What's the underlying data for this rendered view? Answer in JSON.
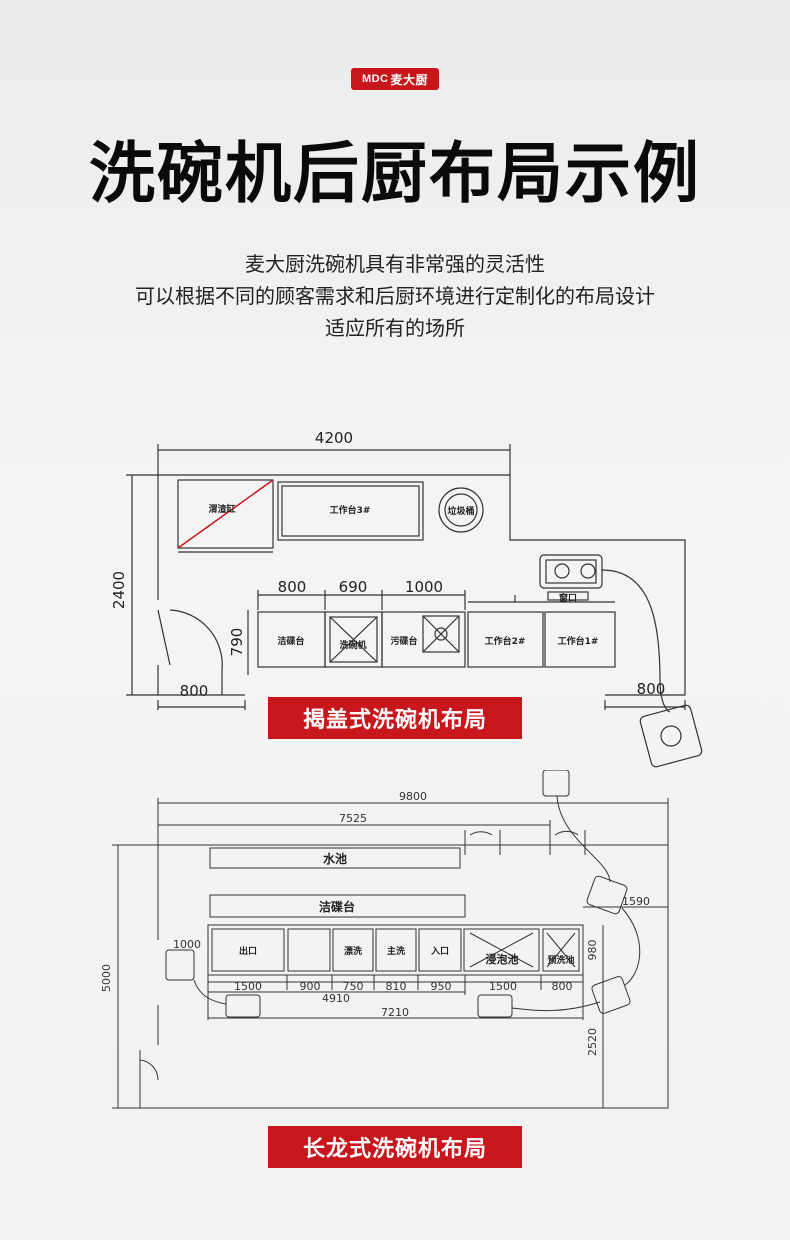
{
  "logo": {
    "mark": "MDC",
    "name": "麦大厨"
  },
  "title": "洗碗机后厨布局示例",
  "description": [
    "麦大厨洗碗机具有非常强的灵活性",
    "可以根据不同的顾客需求和后厨环境进行定制化的布局设计",
    "适应所有的场所"
  ],
  "layout1": {
    "caption": "揭盖式洗碗机布局",
    "dims": {
      "total_width": "4200",
      "depth": "2400",
      "door": "800",
      "seg1": "800",
      "seg2": "690",
      "seg3": "1000",
      "counter_depth": "790",
      "right_gap": "800"
    },
    "labels": {
      "shelf": "渭渣缸",
      "bench3": "工作台3#",
      "trash": "垃圾桶",
      "clean": "洁碟台",
      "dishwasher": "洗碗机",
      "dirty": "污碟台",
      "bench2": "工作台2#",
      "bench1": "工作台1#",
      "inlet": "窗口"
    }
  },
  "layout2": {
    "caption": "长龙式洗碗机布局",
    "dims": {
      "total": "9800",
      "inner": "7525",
      "height": "5000",
      "right_a": "1590",
      "right_b": "980",
      "right_c": "2520",
      "left_a": "1000",
      "segs": [
        "1500",
        "900",
        "750",
        "810",
        "950",
        "1500",
        "800"
      ],
      "sub_total": "4910",
      "line_total": "7210"
    },
    "labels": {
      "sink": "水池",
      "clean_bench": "洁碟台",
      "outlet": "出口",
      "rinse": "漂洗",
      "main_wash": "主洗",
      "inlet": "入口",
      "soak": "浸泡池",
      "prewash": "预洗池"
    }
  },
  "colors": {
    "accent": "#c8161d",
    "line": "#333333"
  }
}
